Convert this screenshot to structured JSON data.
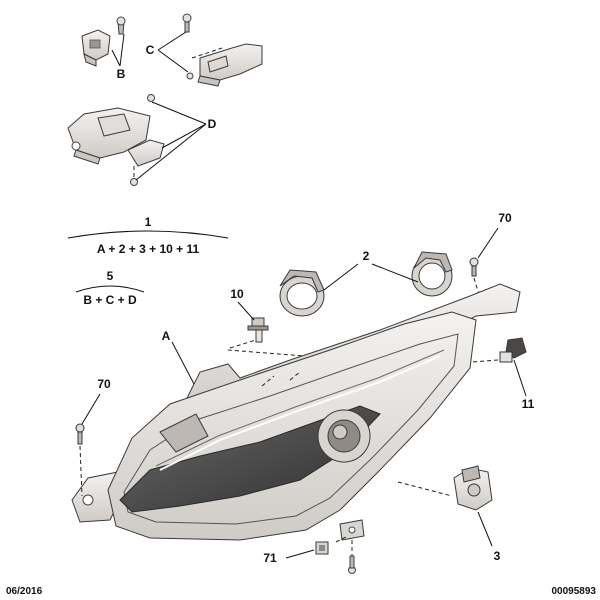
{
  "formulas": {
    "assembly_1": {
      "ref": "1",
      "expression": "A + 2 + 3 + 10 + 11"
    },
    "assembly_5": {
      "ref": "5",
      "expression": "B + C + D"
    }
  },
  "callouts": {
    "A": "A",
    "B": "B",
    "C": "C",
    "D": "D",
    "ring_2": "2",
    "motor_3": "3",
    "bulb_10": "10",
    "bulb_11": "11",
    "screw_70_left": "70",
    "screw_70_right": "70",
    "clip_71": "71"
  },
  "footer": {
    "date": "06/2016",
    "diagram_id": "00095893"
  },
  "colors": {
    "part_fill": "#f0eeec",
    "part_shade": "#d6d3d0",
    "lens_dark": "#4a4a4a",
    "outline": "#3a3a3a"
  }
}
